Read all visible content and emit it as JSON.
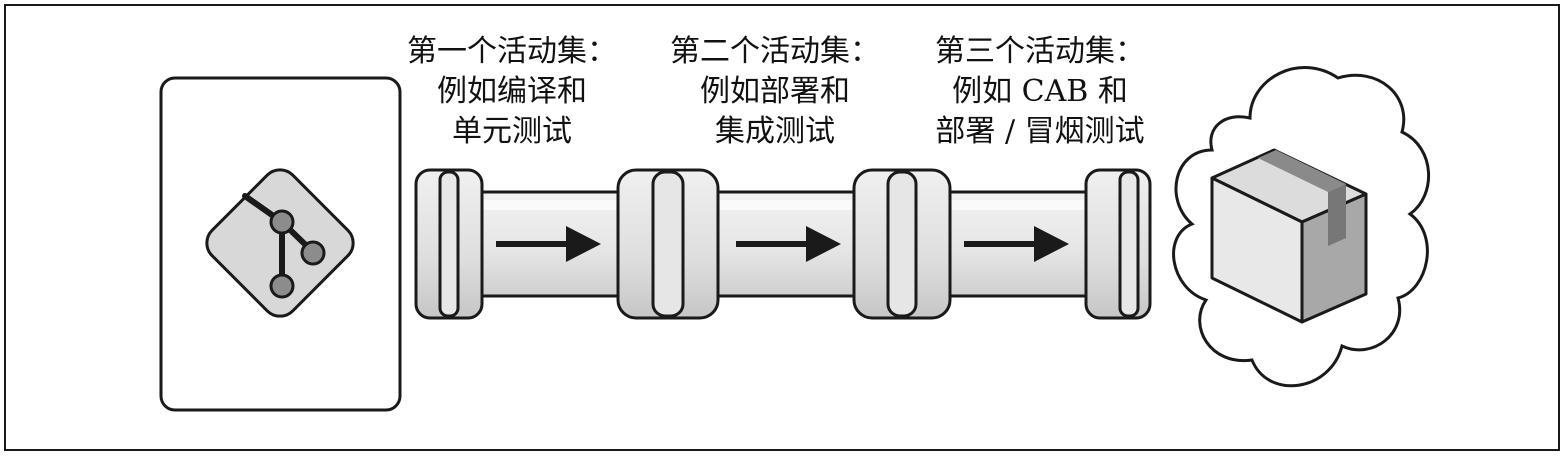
{
  "stages": [
    {
      "line1": "第一个活动集：",
      "line2": "例如编译和",
      "line3": "单元测试"
    },
    {
      "line1": "第二个活动集：",
      "line2": "例如部署和",
      "line3": "集成测试"
    },
    {
      "line1": "第三个活动集：",
      "line2": "例如 CAB 和",
      "line3": "部署 / 冒烟测试"
    }
  ],
  "icons": {
    "source": "git-branch-icon",
    "destination": "package-box-icon",
    "environment": "cloud-icon"
  },
  "colors": {
    "stroke": "#1a1a1a",
    "pipe_light": "#eeeeee",
    "pipe_mid": "#d4d4d4",
    "box_light": "#dcdcdc",
    "box_dark": "#a8a8a8",
    "tape": "#8a8a8a"
  }
}
